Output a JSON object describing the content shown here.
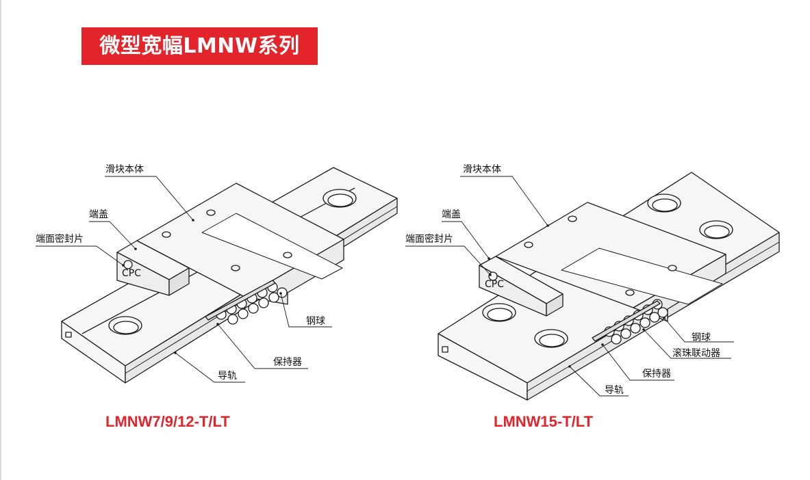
{
  "title": "微型宽幅LMNW系列",
  "left": {
    "model": "LMNW7/9/12-T/LT",
    "labels": {
      "slider_body": "滑块本体",
      "end_cap": "端盖",
      "end_seal": "端面密封片",
      "steel_ball": "钢球",
      "retainer": "保持器",
      "rail": "导轨"
    }
  },
  "right": {
    "model": "LMNW15-T/LT",
    "labels": {
      "slider_body": "滑块本体",
      "end_cap": "端盖",
      "end_seal": "端面密封片",
      "steel_ball": "钢球",
      "ball_chain": "滚珠联动器",
      "retainer": "保持器",
      "rail": "导轨"
    }
  },
  "colors": {
    "accent": "#e4242b",
    "part_fill": "#f6f6f6",
    "stroke": "#1a1a1a"
  }
}
